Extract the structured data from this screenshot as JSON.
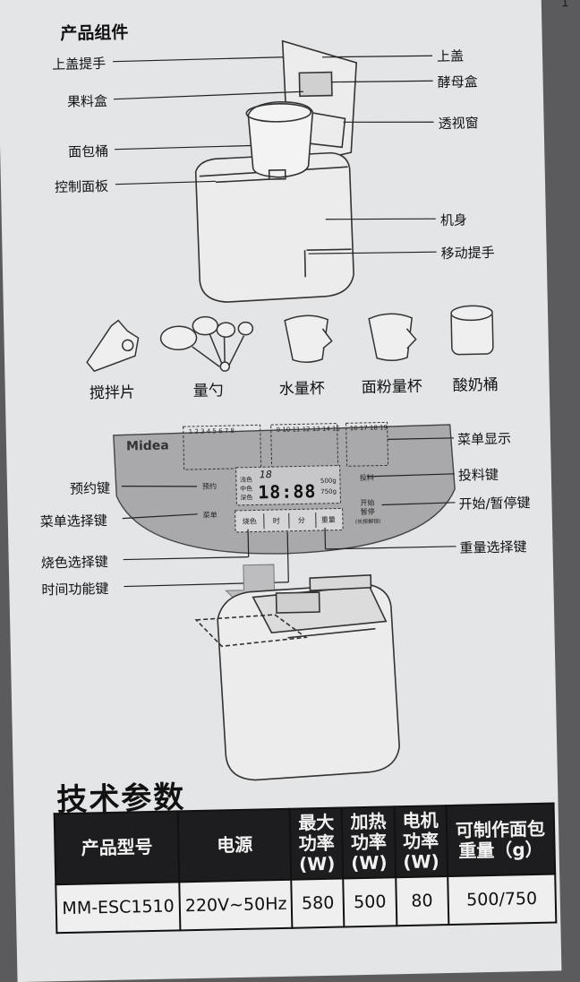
{
  "page_number": "1",
  "section_title": "产品组件",
  "machine_labels": {
    "lid_handle": "上盖提手",
    "fruit_box": "果料盒",
    "bread_bucket": "面包桶",
    "control_panel": "控制面板",
    "lid": "上盖",
    "yeast_box": "酵母盒",
    "window": "透视窗",
    "body": "机身",
    "carry_handle": "移动提手"
  },
  "accessories": [
    "搅拌片",
    "量勺",
    "水量杯",
    "面粉量杯",
    "酸奶桶"
  ],
  "panel_labels": {
    "menu_display": "菜单显示",
    "timer_key": "预约键",
    "ingredient_key": "投料键",
    "menu_select_key": "菜单选择键",
    "start_pause_key": "开始/暂停键",
    "color_key": "烧色选择键",
    "weight_key": "重量选择键",
    "time_key": "时间功能键"
  },
  "panel": {
    "brand": "Midea",
    "menu_numbers_a": "1 2 3 4 5 6 7 8",
    "menu_numbers_b": "9 10 11 12 13 14 15",
    "menu_numbers_c": "16 17 18 19",
    "display_digits": "18:88",
    "display_top": "18",
    "shade_light": "浅色",
    "shade_mid": "中色",
    "shade_dark": "深色",
    "weight_500": "500g",
    "weight_750": "750g",
    "btn_timer": "预约",
    "btn_menu": "菜单",
    "btn_ingredient": "投料",
    "btn_start": "开始",
    "btn_pause": "暂停",
    "btn_start_note": "(长按解锁)",
    "btn_color": "烧色",
    "btn_hour": "时",
    "btn_minute": "分",
    "btn_weight": "重量"
  },
  "tech_title": "技术参数",
  "table": {
    "headers": [
      "产品型号",
      "电源",
      "最大功率(W)",
      "加热功率(W)",
      "电机功率(W)",
      "可制作面包重量（g）"
    ],
    "row": [
      "MM-ESC1510",
      "220V~50Hz",
      "580",
      "500",
      "80",
      "500/750"
    ]
  }
}
